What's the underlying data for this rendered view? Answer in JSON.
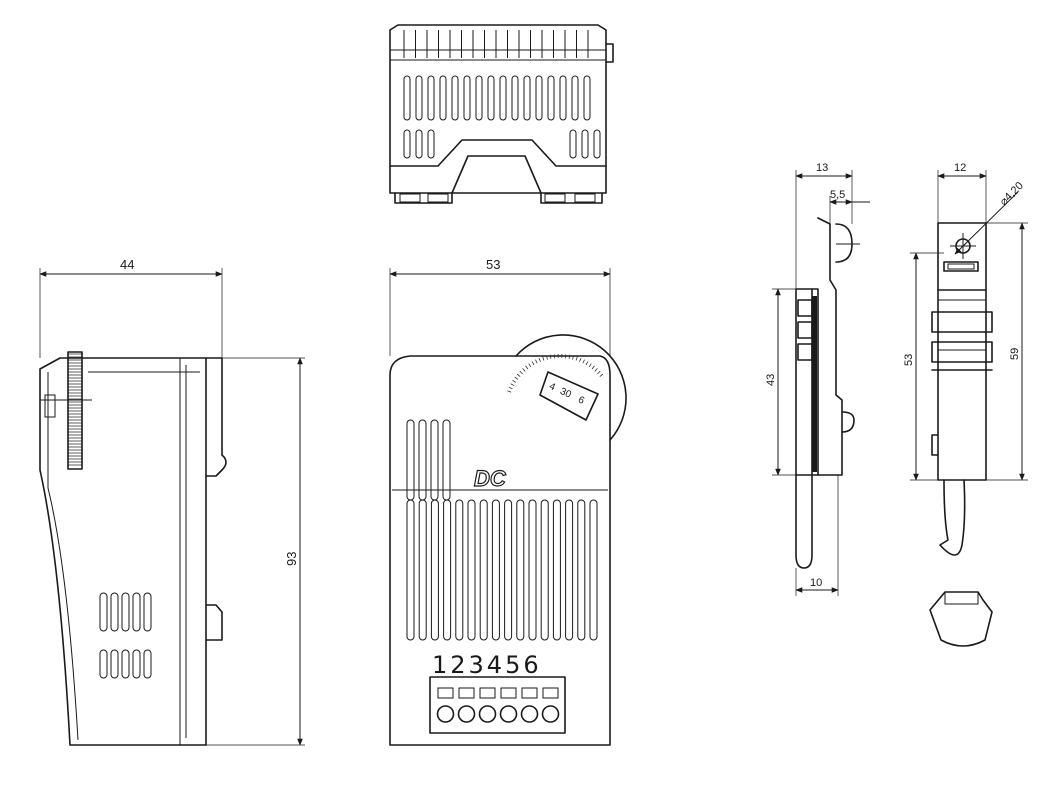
{
  "front_view": {
    "logo": "DC",
    "terminal_numbers": "123456",
    "dial_scale_low": "4",
    "dial_scale_mid": "30",
    "dial_scale_high": "6"
  },
  "dimensions": {
    "side_width": "44",
    "front_width": "53",
    "height": "93",
    "sensor_depth": "13",
    "sensor_offset": "5,5",
    "sensor_body_height": "43",
    "sensor_probe_width": "10",
    "clip_width": "12",
    "hole_diameter": "⌀4,20",
    "clip_body_height": "53",
    "clip_total_height": "59"
  }
}
